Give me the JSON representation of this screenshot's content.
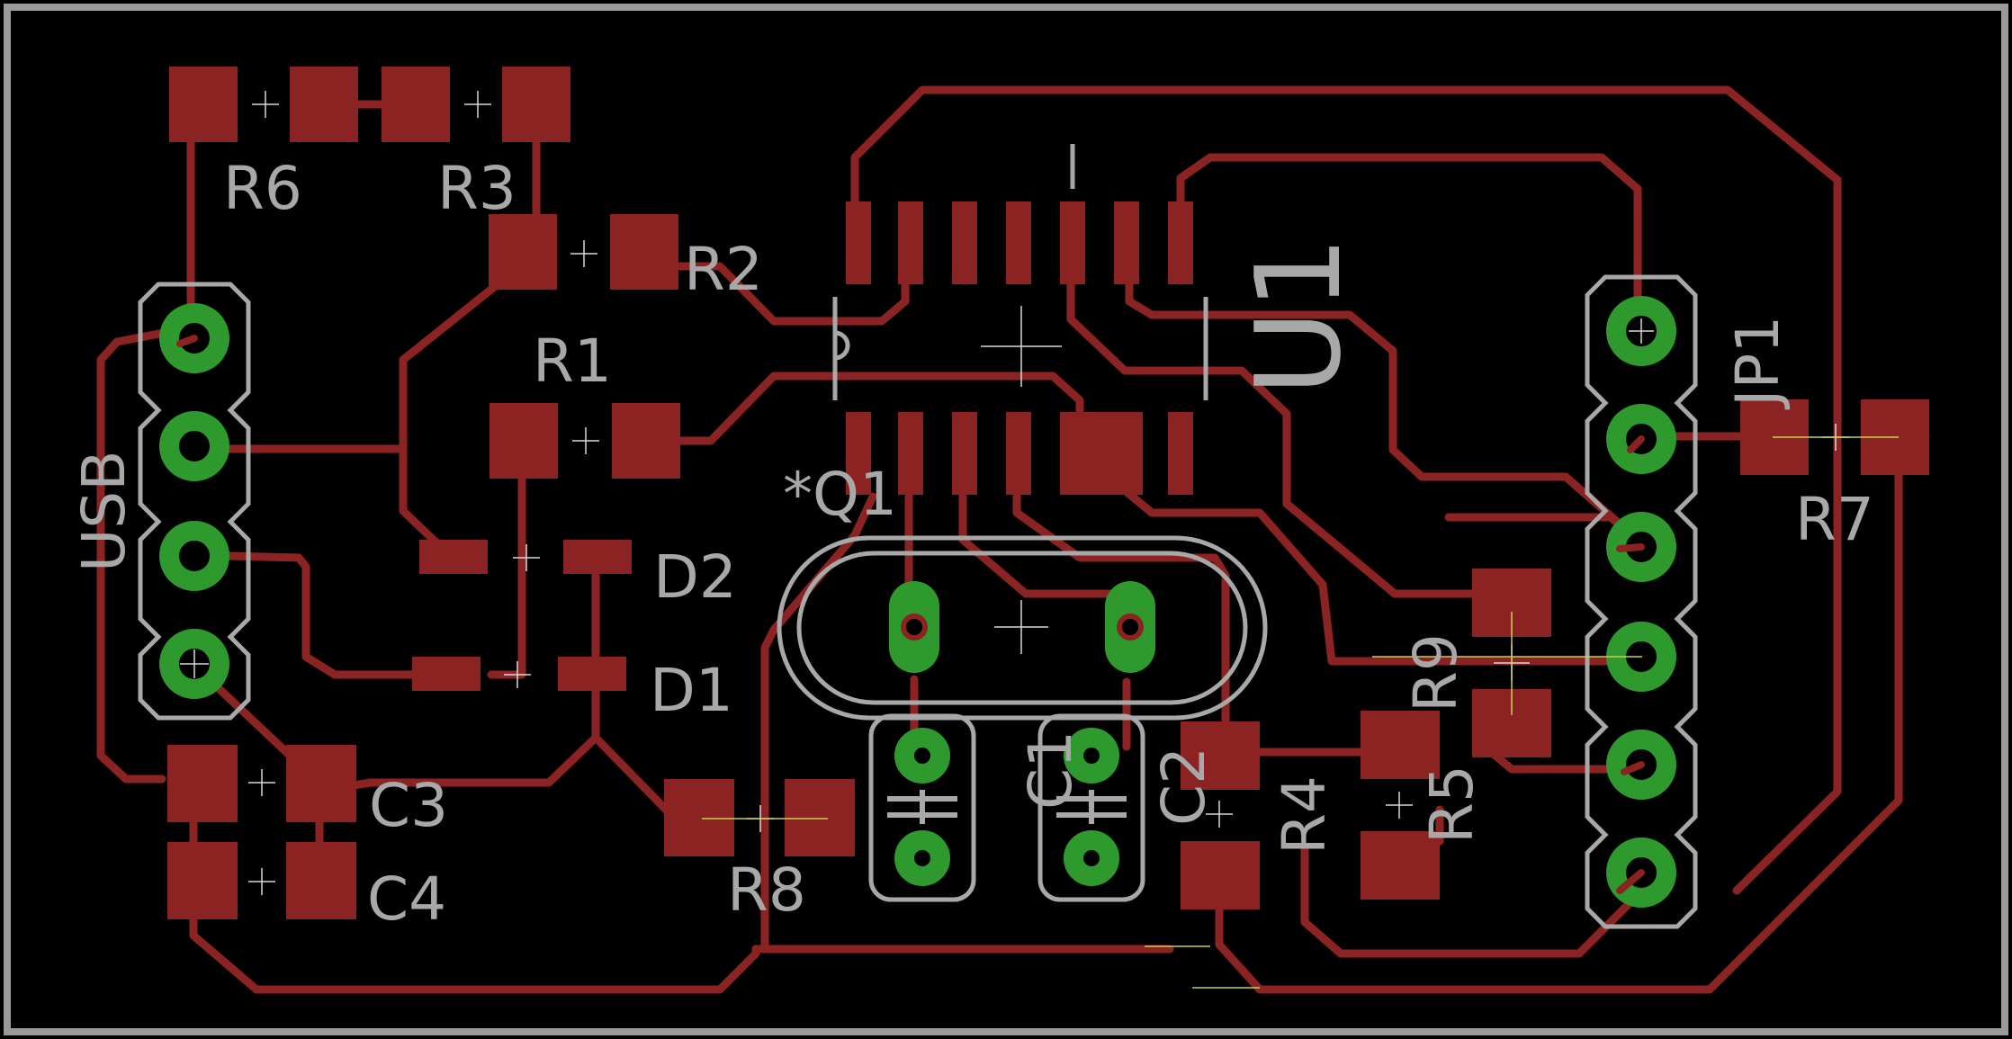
{
  "canvas": {
    "background": "#000000"
  },
  "colors": {
    "outline": "#9a9a9a",
    "copper": "#8b2323",
    "pad_ring": "#2e9a2e",
    "silkscreen": "#a8a8a8",
    "origin_mark": "#d8d8d8",
    "drill_mark": "#cccc55"
  },
  "labels": {
    "r6": "R6",
    "r3": "R3",
    "r2": "R2",
    "r1": "R1",
    "usb": "USB",
    "d2": "D2",
    "d1": "D1",
    "q1": "*Q1",
    "c1": "C1",
    "c2": "C2",
    "c3": "C3",
    "c4": "C4",
    "r8": "R8",
    "r4": "R4",
    "r5": "R5",
    "r9": "R9",
    "r7": "R7",
    "jp1": "JP1",
    "u1": "U1"
  }
}
